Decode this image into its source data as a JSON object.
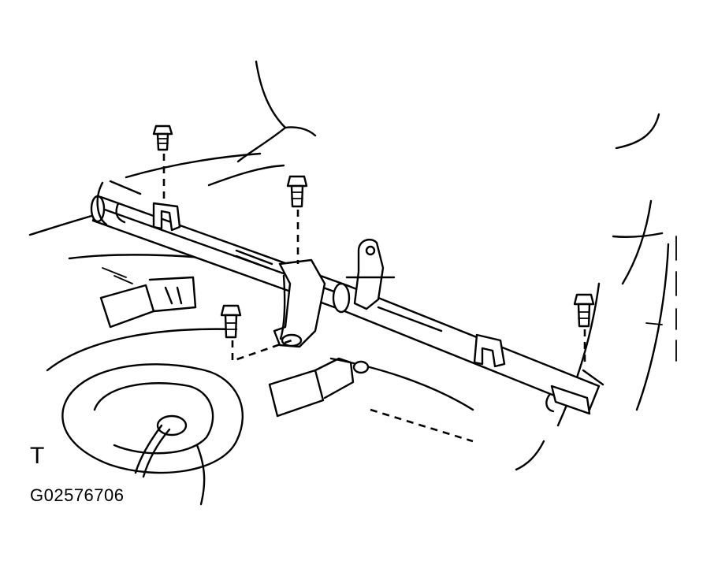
{
  "figure": {
    "corner_mark": "T",
    "figure_code": "G02576706",
    "parts": [
      "bolt",
      "bolt",
      "bolt",
      "bolt",
      "seat-belt-buckle",
      "seat-belt-buckle",
      "cross-tube-bracket",
      "wire-harness-grommet"
    ]
  }
}
